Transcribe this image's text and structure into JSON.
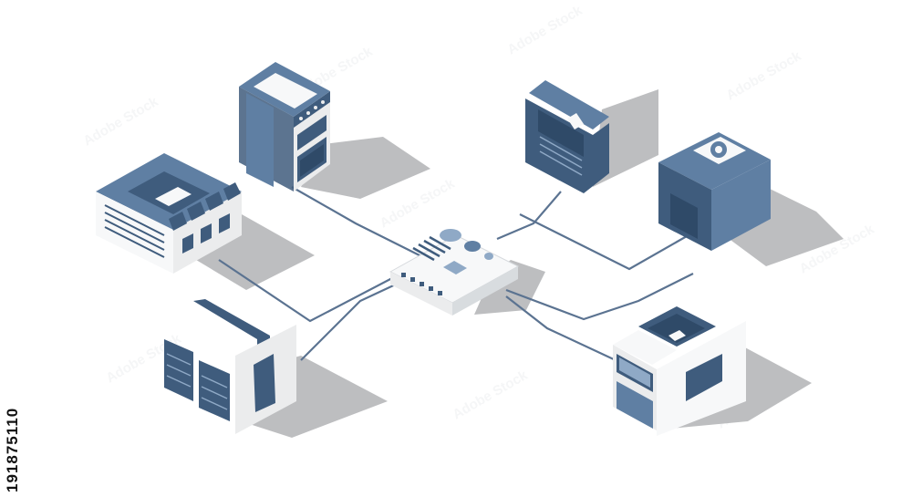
{
  "stock_id": "191875110",
  "watermark_text": "Adobe Stock",
  "colors": {
    "background": "#ffffff",
    "line": "#5b7391",
    "shadow": "#bdbec0",
    "wall_light": "#ebeced",
    "wall_white": "#f7f8f9",
    "blue_dark": "#3f5c7d",
    "blue_mid": "#5f7fa3",
    "blue_light": "#8fa9c6"
  },
  "nodes": [
    {
      "name": "central-hub",
      "kind": "network hub"
    },
    {
      "name": "factory-building",
      "kind": "building"
    },
    {
      "name": "tower-building",
      "kind": "building"
    },
    {
      "name": "warehouse-building",
      "kind": "building"
    },
    {
      "name": "printer-machine",
      "kind": "machine"
    },
    {
      "name": "cooling-unit",
      "kind": "machine"
    },
    {
      "name": "office-building",
      "kind": "building"
    }
  ],
  "connections": [
    {
      "from": "central-hub",
      "to": "factory-building"
    },
    {
      "from": "central-hub",
      "to": "tower-building"
    },
    {
      "from": "central-hub",
      "to": "warehouse-building"
    },
    {
      "from": "central-hub",
      "to": "printer-machine"
    },
    {
      "from": "central-hub",
      "to": "cooling-unit"
    },
    {
      "from": "central-hub",
      "to": "office-building"
    }
  ]
}
